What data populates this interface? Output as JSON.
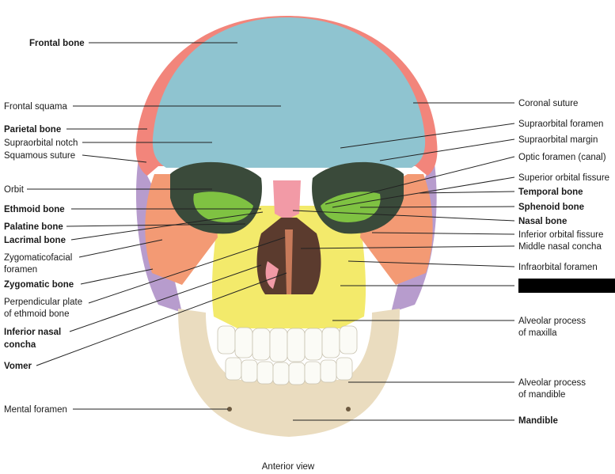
{
  "caption": "Anterior view",
  "labels_left": [
    {
      "lines": [
        "Frontal bone"
      ],
      "bold": true
    },
    {
      "lines": [
        "Frontal squama"
      ],
      "bold": false
    },
    {
      "lines": [
        "Parietal bone"
      ],
      "bold": true
    },
    {
      "lines": [
        "Supraorbital notch"
      ],
      "bold": false
    },
    {
      "lines": [
        "Squamous suture"
      ],
      "bold": false
    },
    {
      "lines": [
        "Orbit"
      ],
      "bold": false
    },
    {
      "lines": [
        "Ethmoid bone"
      ],
      "bold": true
    },
    {
      "lines": [
        "Palatine bone"
      ],
      "bold": true
    },
    {
      "lines": [
        "Lacrimal bone"
      ],
      "bold": true
    },
    {
      "lines": [
        "Zygomaticofacial",
        "foramen"
      ],
      "bold": false
    },
    {
      "lines": [
        "Zygomatic bone"
      ],
      "bold": true
    },
    {
      "lines": [
        "Perpendicular plate",
        "of ethmoid bone"
      ],
      "bold": false
    },
    {
      "lines": [
        "Inferior nasal",
        "concha"
      ],
      "bold": true
    },
    {
      "lines": [
        "Vomer"
      ],
      "bold": true
    },
    {
      "lines": [
        "Mental foramen"
      ],
      "bold": false
    }
  ],
  "labels_right": [
    {
      "lines": [
        "Coronal suture"
      ],
      "bold": false
    },
    {
      "lines": [
        "Supraorbital foramen"
      ],
      "bold": false
    },
    {
      "lines": [
        "Supraorbital margin"
      ],
      "bold": false
    },
    {
      "lines": [
        "Optic foramen (canal)"
      ],
      "bold": false
    },
    {
      "lines": [
        "Superior orbital fissure"
      ],
      "bold": false
    },
    {
      "lines": [
        "Temporal bone"
      ],
      "bold": true
    },
    {
      "lines": [
        "Sphenoid bone"
      ],
      "bold": true
    },
    {
      "lines": [
        "Nasal bone"
      ],
      "bold": true
    },
    {
      "lines": [
        "Inferior orbital fissure"
      ],
      "bold": false
    },
    {
      "lines": [
        "Middle nasal concha"
      ],
      "bold": false
    },
    {
      "lines": [
        "Infraorbital foramen"
      ],
      "bold": false
    },
    {
      "lines": [
        ""
      ],
      "bold": false,
      "redacted": true
    },
    {
      "lines": [
        "Alveolar process",
        "of maxilla"
      ],
      "bold": false
    },
    {
      "lines": [
        "Alveolar process",
        "of mandible"
      ],
      "bold": false
    },
    {
      "lines": [
        "Mandible"
      ],
      "bold": true
    }
  ],
  "colors": {
    "frontal": "#8fc4d0",
    "parietal": "#f2857b",
    "temporal": "#b79ccd",
    "sphenoid": "#7fc242",
    "zygomatic": "#f39a74",
    "maxilla": "#f3ea6b",
    "nasal": "#f29aa6",
    "mandible": "#eadcbf",
    "teeth": "#fbfbf6",
    "redaction": "#000000"
  }
}
